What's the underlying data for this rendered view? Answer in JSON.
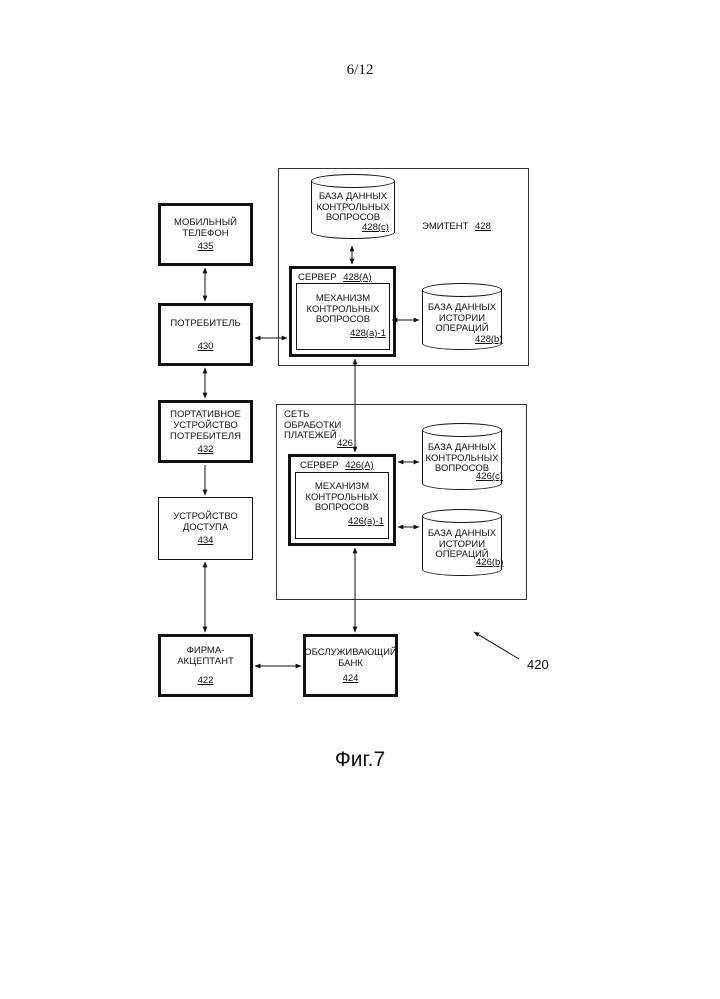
{
  "page_number": "6/12",
  "figure_caption": "Фиг.7",
  "system_ref": "420",
  "boxes": {
    "mobile_phone": {
      "label": "МОБИЛЬНЫЙ ТЕЛЕФОН",
      "ref": "435"
    },
    "consumer": {
      "label": "ПОТРЕБИТЕЛЬ",
      "ref": "430"
    },
    "portable_device": {
      "label": "ПОРТАТИВНОЕ УСТРОЙСТВО ПОТРЕБИТЕЛЯ",
      "ref": "432"
    },
    "access_device": {
      "label": "УСТРОЙСТВО ДОСТУПА",
      "ref": "434"
    },
    "merchant": {
      "label": "ФИРМА-АКЦЕПТАНТ",
      "ref": "422"
    },
    "acquirer": {
      "label": "ОБСЛУЖИВАЮЩИЙ БАНК",
      "ref": "424"
    }
  },
  "issuer": {
    "label": "ЭМИТЕНТ",
    "ref": "428",
    "server_label": "СЕРВЕР",
    "server_ref": "428(a)",
    "engine_label": "МЕХАНИЗМ КОНТРОЛЬНЫХ ВОПРОСОВ",
    "engine_ref": "428(a)-1",
    "db_questions_label": "БАЗА ДАННЫХ КОНТРОЛЬНЫХ ВОПРОСОВ",
    "db_questions_ref": "428(c)",
    "db_history_label": "БАЗА ДАННЫХ ИСТОРИИ ОПЕРАЦИЙ",
    "db_history_ref": "428(b)"
  },
  "network": {
    "label": "СЕТЬ ОБРАБОТКИ ПЛАТЕЖЕЙ",
    "ref": "426",
    "server_label": "СЕРВЕР",
    "server_ref": "426(a)",
    "engine_label": "МЕХАНИЗМ КОНТРОЛЬНЫХ ВОПРОСОВ",
    "engine_ref": "426(a)-1",
    "db_questions_label": "БАЗА ДАННЫХ КОНТРОЛЬНЫХ ВОПРОСОВ",
    "db_questions_ref": "426(c)",
    "db_history_label": "БАЗА ДАННЫХ ИСТОРИИ ОПЕРАЦИЙ",
    "db_history_ref": "426(b)"
  }
}
